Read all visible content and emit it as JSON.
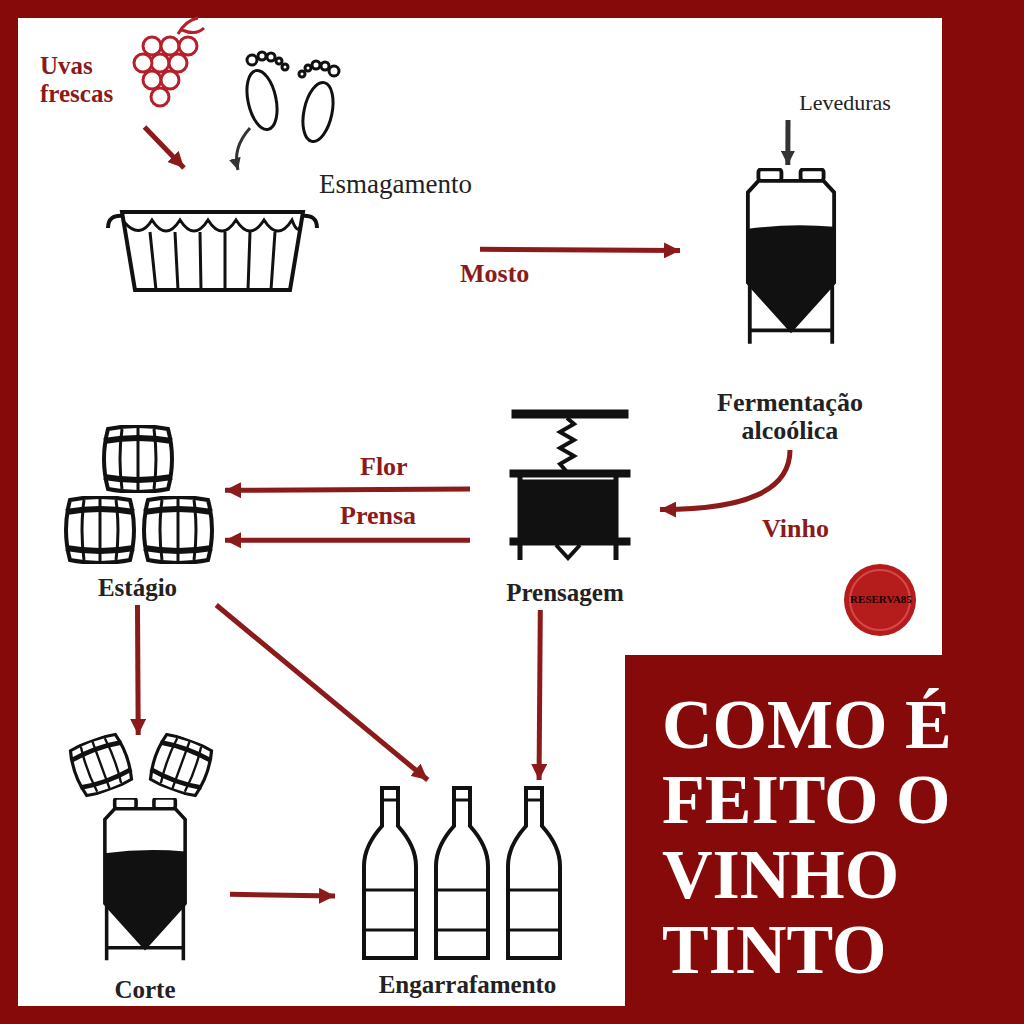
{
  "diagram": {
    "title": "COMO É FEITO O VINHO TINTO",
    "nodes": [
      {
        "text": [
          "Uvas frescas"
        ]
      },
      {
        "text": [
          "Esmagamento"
        ]
      },
      {
        "text": [
          "Leveduras"
        ]
      },
      {
        "text": [
          "Fermentação alcoólica"
        ]
      },
      {
        "text": [
          "Estágio"
        ]
      },
      {
        "text": [
          "Prensagem"
        ]
      },
      {
        "text": [
          "Corte"
        ]
      },
      {
        "text": [
          "Engarrafamento"
        ]
      }
    ],
    "edges": [
      {
        "from": 0,
        "to": 1,
        "arrow": "to"
      },
      {
        "from": 1,
        "to": 3,
        "label": "Mosto",
        "arrow": "to"
      },
      {
        "from": 2,
        "to": 3,
        "arrow": "to"
      },
      {
        "from": 3,
        "to": 5,
        "label": "Vinho",
        "arrow": "to"
      },
      {
        "from": 5,
        "to": 4,
        "label": "Flor",
        "arrow": "to"
      },
      {
        "from": 5,
        "to": 4,
        "label": "Prensa",
        "arrow": "to"
      },
      {
        "from": 4,
        "to": 6,
        "arrow": "to"
      },
      {
        "from": 4,
        "to": 7,
        "arrow": "to"
      },
      {
        "from": 5,
        "to": 7,
        "arrow": "to"
      },
      {
        "from": 6,
        "to": 7,
        "arrow": "to"
      }
    ],
    "labels": [
      "RESERVA85"
    ]
  }
}
